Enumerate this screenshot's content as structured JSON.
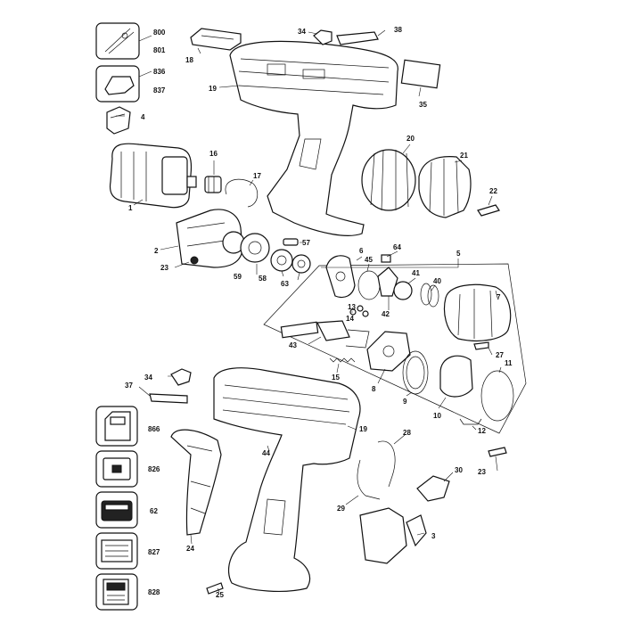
{
  "labels": {
    "l800": "800",
    "l801": "801",
    "l836": "836",
    "l837": "837",
    "l18": "18",
    "l19a": "19",
    "l19b": "19",
    "l34a": "34",
    "l34b": "34",
    "l38": "38",
    "l35": "35",
    "l4": "4",
    "l1": "1",
    "l16": "16",
    "l17": "17",
    "l20": "20",
    "l21": "21",
    "l22": "22",
    "l2": "2",
    "l57": "57",
    "l23a": "23",
    "l23b": "23",
    "l59": "59",
    "l58": "58",
    "l63": "63",
    "l6": "6",
    "l45": "45",
    "l64": "64",
    "l42": "42",
    "l41": "41",
    "l40": "40",
    "l5": "5",
    "l7": "7",
    "l13": "13",
    "l14": "14",
    "l43": "43",
    "l15": "15",
    "l8": "8",
    "l9": "9",
    "l27": "27",
    "l11": "11",
    "l10": "10",
    "l12": "12",
    "l37": "37",
    "l866": "866",
    "l826": "826",
    "l62": "62",
    "l827": "827",
    "l828": "828",
    "l44": "44",
    "l28": "28",
    "l30": "30",
    "l29": "29",
    "l3": "3",
    "l24": "24",
    "l25": "25"
  }
}
